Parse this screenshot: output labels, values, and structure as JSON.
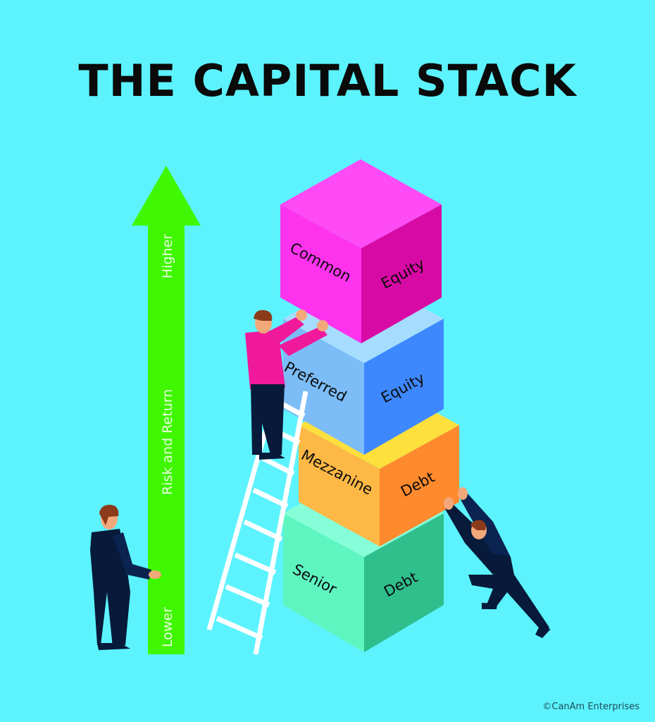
{
  "title": "THE CAPITAL STACK",
  "colors": {
    "background": "#5cf3fe",
    "arrow": "#3ff700",
    "common_equity": {
      "top": "#ff4bf5",
      "left": "#ff33ee",
      "right": "#d80aa5"
    },
    "preferred_equity": {
      "top": "#a6ddff",
      "left": "#7cbcf7",
      "right": "#3e88ff"
    },
    "mezzanine_debt": {
      "top": "#fde03c",
      "left": "#fdb845",
      "right": "#ff8a2e"
    },
    "senior_debt": {
      "top": "#86ffd9",
      "left": "#5ff5c0",
      "right": "#2fbf8c"
    },
    "suit": "#071a3a",
    "shirt_pink": "#f0199b",
    "skin": "#f3a87a",
    "hair": "#8b3a1a",
    "ladder": "#ffffff"
  },
  "axis": {
    "label": "Risk and Return",
    "high_label": "Higher",
    "low_label": "Lower",
    "direction": "up"
  },
  "stack": [
    {
      "tier": 1,
      "name": "Common Equity",
      "left_text": "Common",
      "right_text": "Equity",
      "position": "top"
    },
    {
      "tier": 2,
      "name": "Preferred Equity",
      "left_text": "Preferred",
      "right_text": "Equity",
      "position": "second"
    },
    {
      "tier": 3,
      "name": "Mezzanine Debt",
      "left_text": "Mezzanine",
      "right_text": "Debt",
      "position": "third"
    },
    {
      "tier": 4,
      "name": "Senior Debt",
      "left_text": "Senior",
      "right_text": "Debt",
      "position": "bottom"
    }
  ],
  "figures": [
    {
      "name": "man-standing-at-arrow",
      "description": "businessman touching base of arrow"
    },
    {
      "name": "man-on-ladder",
      "description": "man in pink shirt on ladder lifting top cube"
    },
    {
      "name": "man-pushing-stack",
      "description": "businessman pushing mezzanine cube"
    }
  ],
  "credit": "©CanAm Enterprises"
}
